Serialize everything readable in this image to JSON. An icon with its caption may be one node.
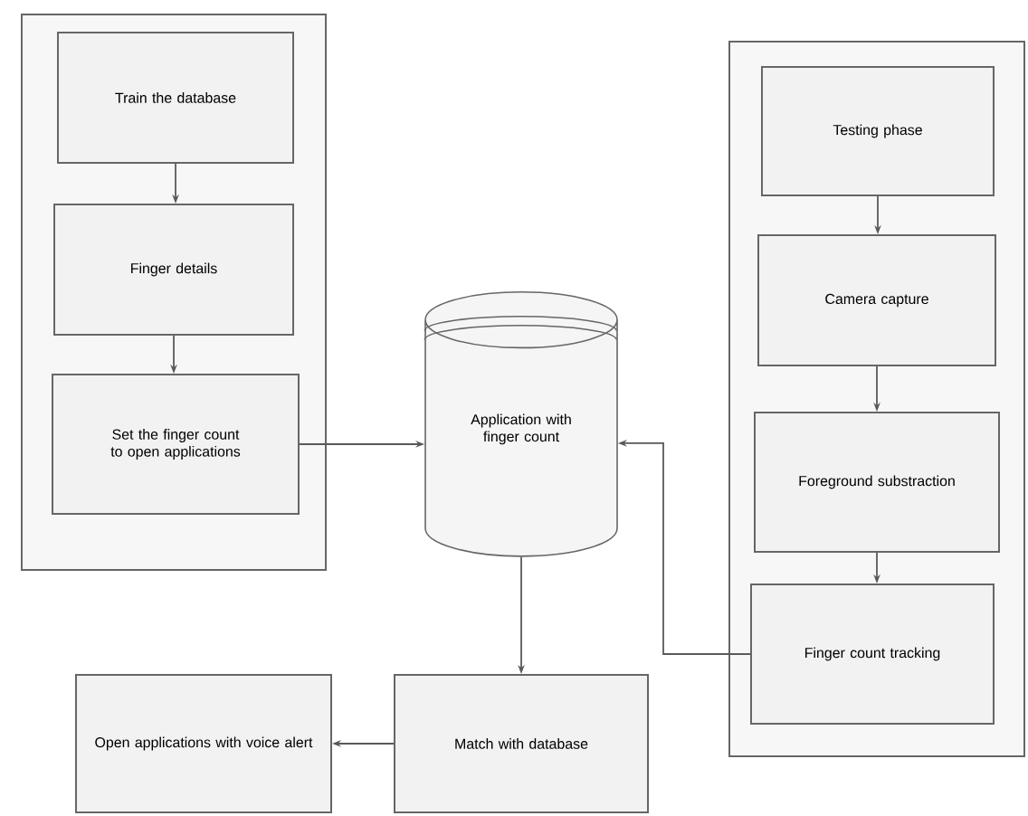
{
  "diagram": {
    "nodes": [
      {
        "text": [],
        "shape": "box"
      },
      {
        "text": [
          "Train the database"
        ],
        "in": 0
      },
      {
        "text": [
          "Finger details"
        ],
        "in": 0
      },
      {
        "text": [
          "Set the finger count to open applications"
        ],
        "in": 0
      },
      {
        "text": [
          "Application with finger count"
        ]
      },
      {
        "text": [],
        "shape": "box"
      },
      {
        "text": [
          "Testing phase"
        ],
        "in": 5
      },
      {
        "text": [
          "Camera capture"
        ],
        "in": 5
      },
      {
        "text": [
          "Foreground substraction"
        ],
        "in": 5
      },
      {
        "text": [
          "Finger count tracking"
        ],
        "in": 5
      },
      {
        "text": [
          "Match with database"
        ]
      },
      {
        "text": [
          "Open applications with voice alert"
        ]
      }
    ],
    "edges": [
      {
        "from": 1,
        "to": 2,
        "arrow": "to"
      },
      {
        "from": 2,
        "to": 3,
        "arrow": "to"
      },
      {
        "from": 3,
        "to": 4,
        "arrow": "to"
      },
      {
        "from": 6,
        "to": 7,
        "arrow": "to"
      },
      {
        "from": 7,
        "to": 8,
        "arrow": "to"
      },
      {
        "from": 8,
        "to": 9,
        "arrow": "to"
      },
      {
        "from": 9,
        "to": 4,
        "arrow": "to"
      },
      {
        "from": 4,
        "to": 10,
        "arrow": "to"
      },
      {
        "from": 10,
        "to": 11,
        "arrow": "to"
      }
    ]
  }
}
